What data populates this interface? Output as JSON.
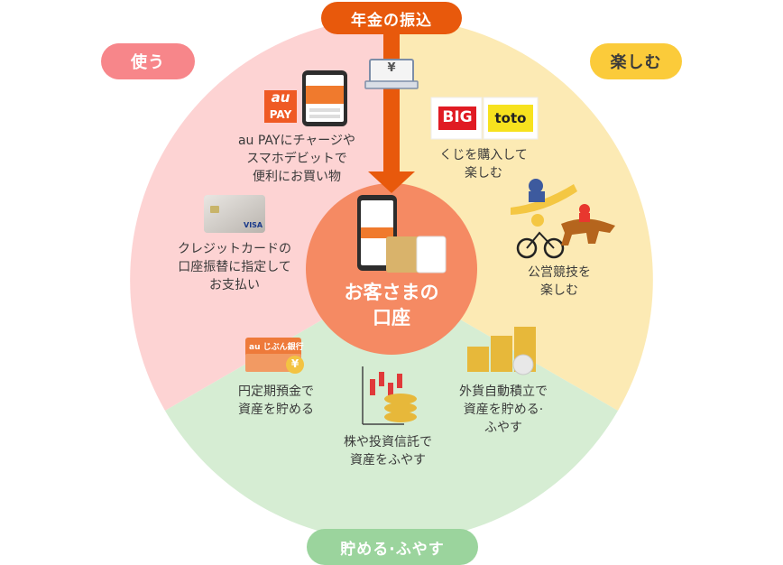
{
  "header": {
    "flow_label": "年金の振込",
    "yen_symbol": "¥"
  },
  "categories": {
    "use": "使う",
    "enjoy": "楽しむ",
    "save": "貯める·ふやす"
  },
  "center": {
    "label": "お客さまの\n口座"
  },
  "items": {
    "au_pay": {
      "label": "au PAYにチャージや\nスマホデビットで\n便利にお買い物",
      "logo_top": "au",
      "logo_bottom": "PAY"
    },
    "credit": {
      "label": "クレジットカードの\n口座振替に指定して\nお支払い",
      "card_brand": "VISA"
    },
    "lottery": {
      "label": "くじを購入して\n楽しむ",
      "logo_big": "BIG",
      "logo_toto": "toto"
    },
    "racing": {
      "label": "公営競技を\n楽しむ"
    },
    "time_deposit": {
      "label": "円定期預金で\n資産を貯める",
      "book_title": "au じぶん銀行"
    },
    "stocks": {
      "label": "株や投資信託で\n資産をふやす"
    },
    "fx_savings": {
      "label": "外貨自動積立で\n資産を貯める·\nふやす"
    }
  },
  "colors": {
    "use_fill": "#fdd3d3",
    "enjoy_fill": "#fceab4",
    "save_fill": "#d6edd3",
    "center_fill": "#f58a63",
    "accent": "#e8590c"
  }
}
